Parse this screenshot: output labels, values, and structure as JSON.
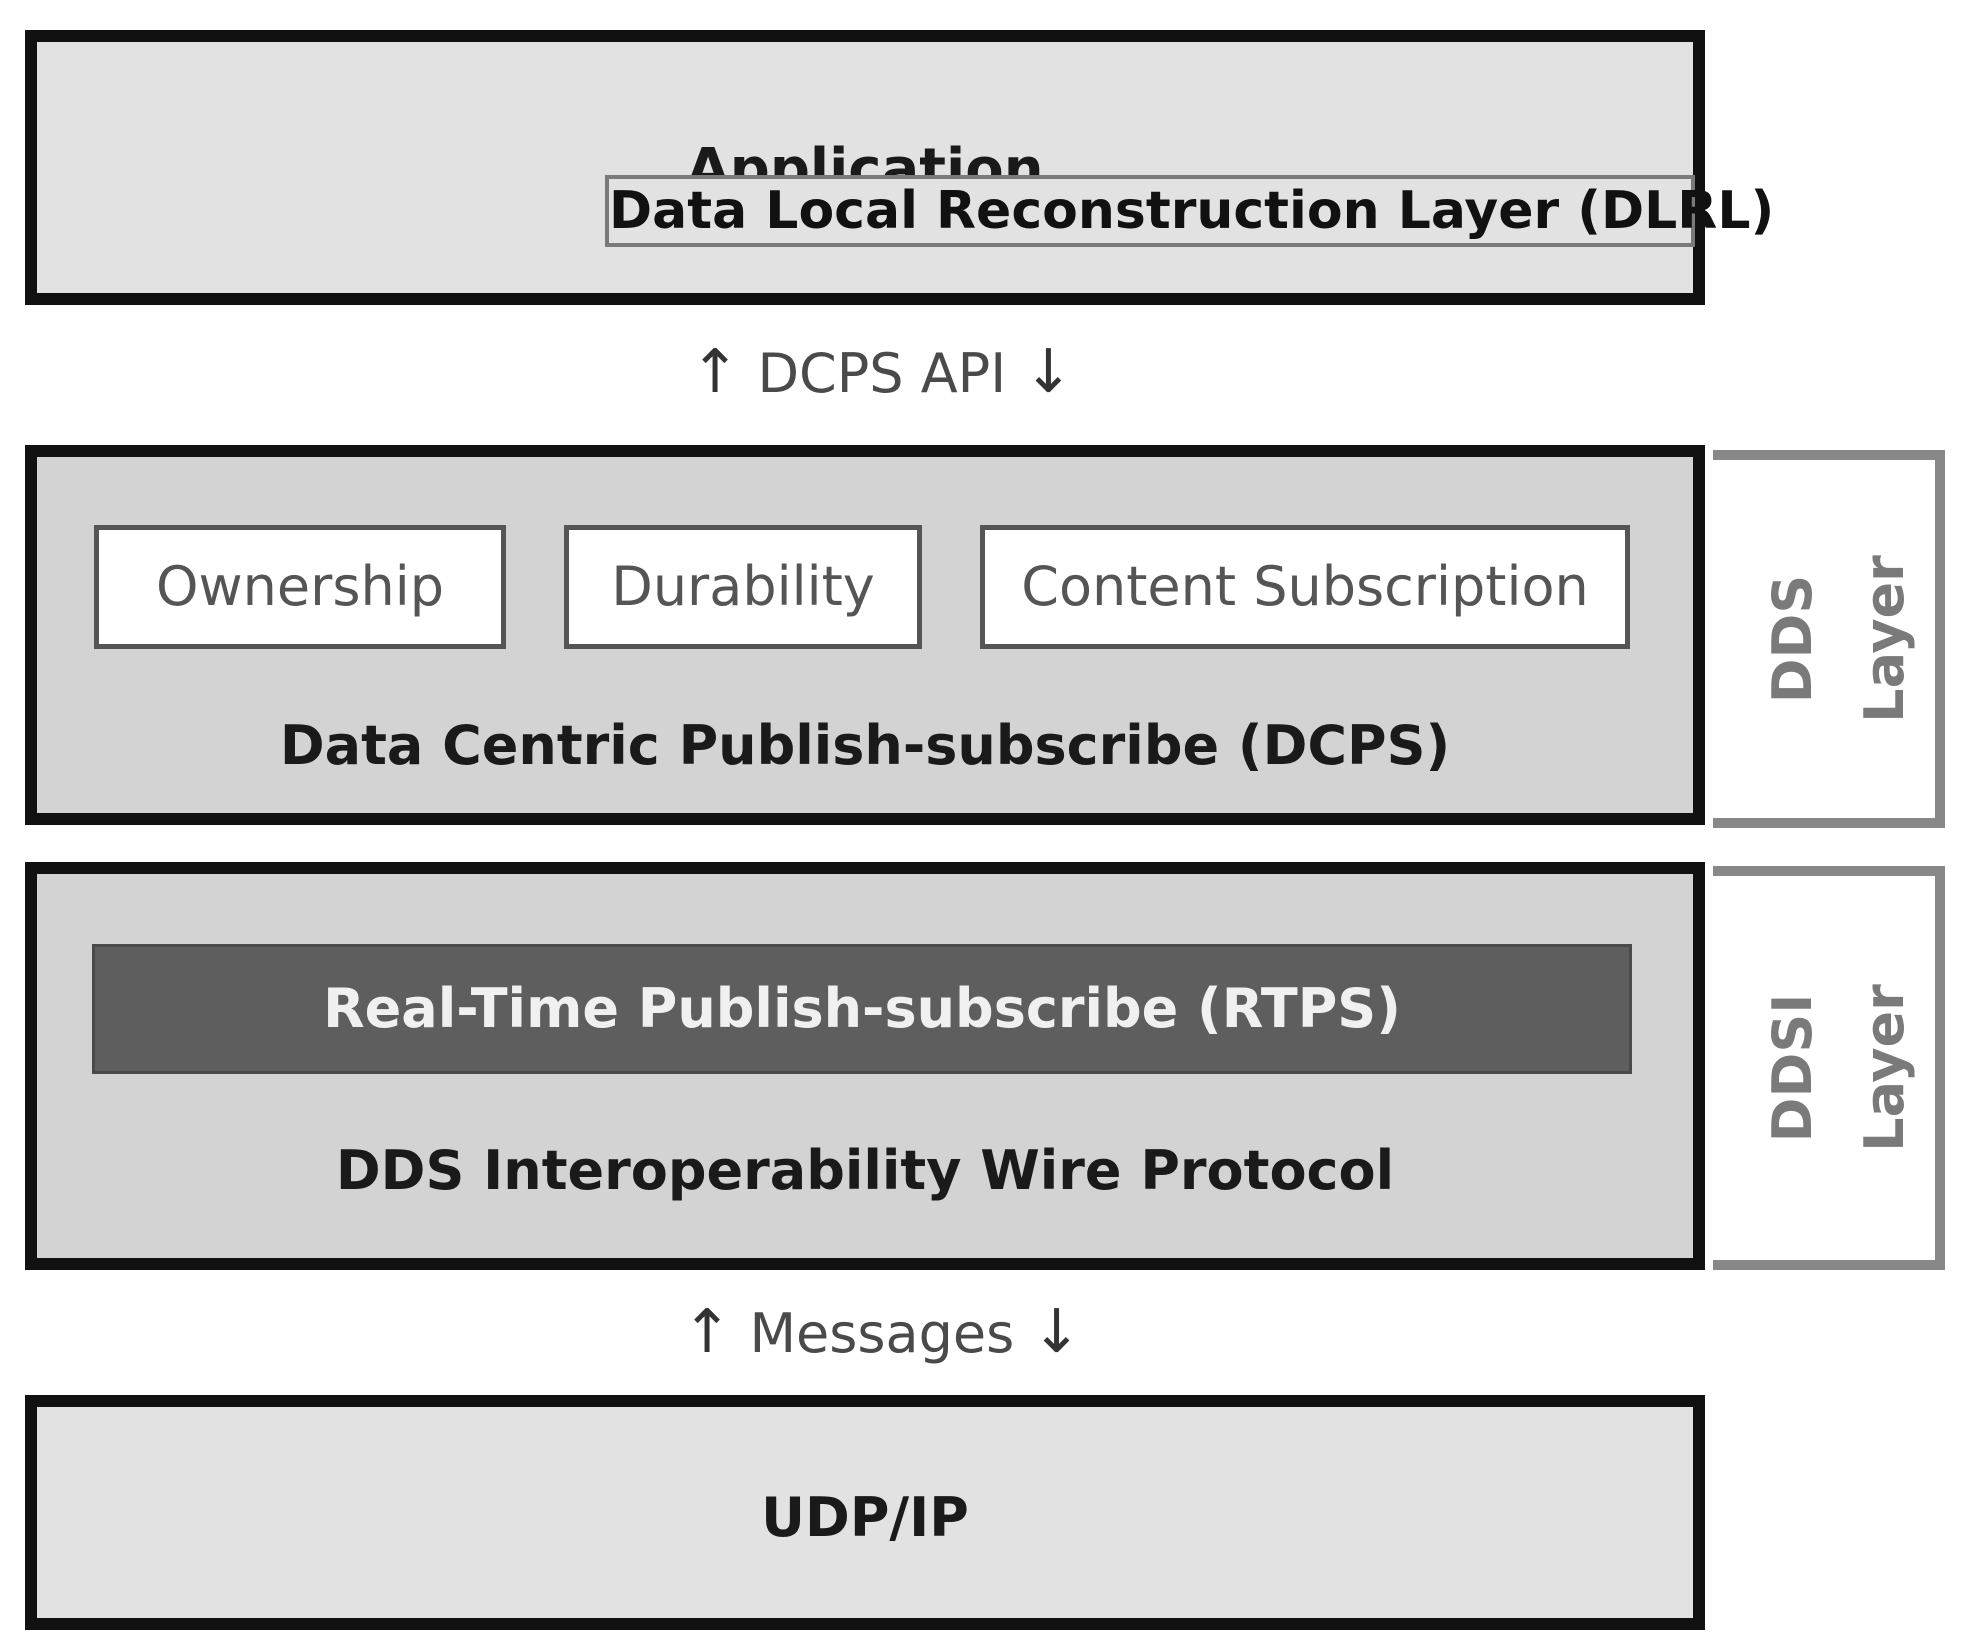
{
  "application": {
    "title": "Application",
    "dlrl": "Data Local Reconstruction Layer (DLRL)"
  },
  "interface_top": {
    "label": "DCPS API",
    "up_arrow": "↑",
    "down_arrow": "↓"
  },
  "dcps": {
    "boxes": [
      "Ownership",
      "Durability",
      "Content Subscription"
    ],
    "title": "Data Centric Publish-subscribe (DCPS)",
    "side_label": [
      "DDS",
      "Layer"
    ]
  },
  "ddsi": {
    "rtps": "Real-Time Publish-subscribe (RTPS)",
    "title": "DDS Interoperability Wire Protocol",
    "side_label": [
      "DDSI",
      "Layer"
    ]
  },
  "interface_bottom": {
    "label": "Messages",
    "up_arrow": "↑",
    "down_arrow": "↓"
  },
  "transport": {
    "title": "UDP/IP"
  }
}
